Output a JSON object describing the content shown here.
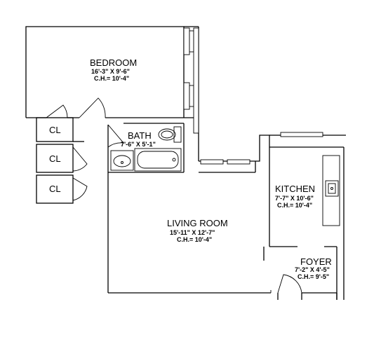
{
  "rooms": {
    "bedroom": {
      "name": "BEDROOM",
      "dims": "16'-3\" X 9'-6\"",
      "ceiling": "C.H.= 10'-4\""
    },
    "bath": {
      "name": "BATH",
      "dims": "7'-6\" X 5'-1\""
    },
    "living": {
      "name": "LIVING ROOM",
      "dims": "15'-11\" X 12'-7\"",
      "ceiling": "C.H.= 10'-4\""
    },
    "kitchen": {
      "name": "KITCHEN",
      "dims": "7'-7\" X 10'-6\"",
      "ceiling": "C.H.= 10'-4\""
    },
    "foyer": {
      "name": "FOYER",
      "dims": "7'-2\" X 4'-5\"",
      "ceiling": "C.H.= 9'-5\""
    }
  },
  "closets": {
    "cl1": "CL",
    "cl2": "CL",
    "cl3": "CL"
  }
}
